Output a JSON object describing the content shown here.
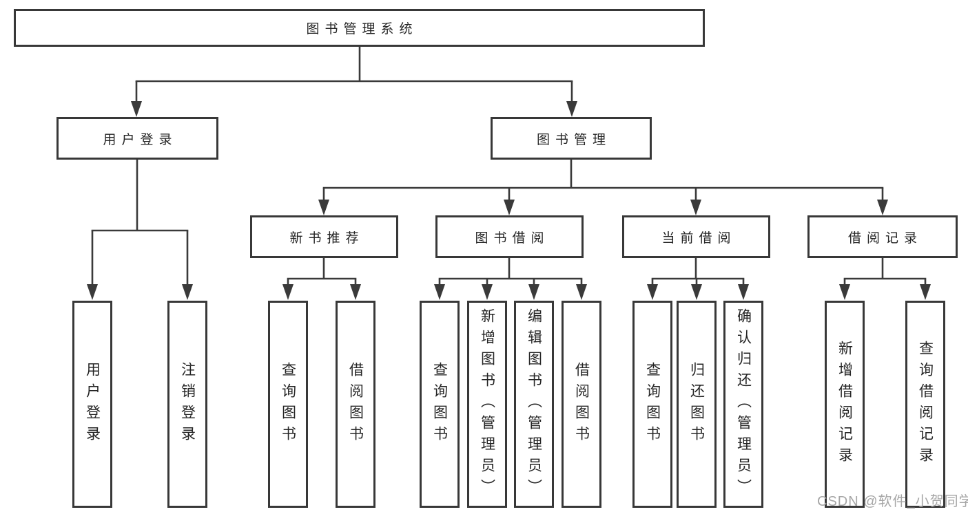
{
  "diagram": {
    "root": {
      "label": "图书管理系统"
    },
    "branches": [
      {
        "label": "用户登录",
        "children": [
          {
            "label": "用户登录"
          },
          {
            "label": "注销登录"
          }
        ]
      },
      {
        "label": "图书管理",
        "children": [
          {
            "label": "新书推荐",
            "children": [
              {
                "label": "查询图书"
              },
              {
                "label": "借阅图书"
              }
            ]
          },
          {
            "label": "图书借阅",
            "children": [
              {
                "label": "查询图书"
              },
              {
                "label": "新增图书（管理员）"
              },
              {
                "label": "编辑图书（管理员）"
              },
              {
                "label": "借阅图书"
              }
            ]
          },
          {
            "label": "当前借阅",
            "children": [
              {
                "label": "查询图书"
              },
              {
                "label": "归还图书"
              },
              {
                "label": "确认归还（管理员）"
              }
            ]
          },
          {
            "label": "借阅记录",
            "children": [
              {
                "label": "新增借阅记录"
              },
              {
                "label": "查询借阅记录"
              }
            ]
          }
        ]
      }
    ]
  },
  "watermark": {
    "text": "CSDN @软件_小贺同学"
  },
  "colors": {
    "line": "#3a3a3a",
    "box_border": "#383838",
    "text": "#252525",
    "background": "#ffffff",
    "watermark": "#a6a6a6"
  }
}
